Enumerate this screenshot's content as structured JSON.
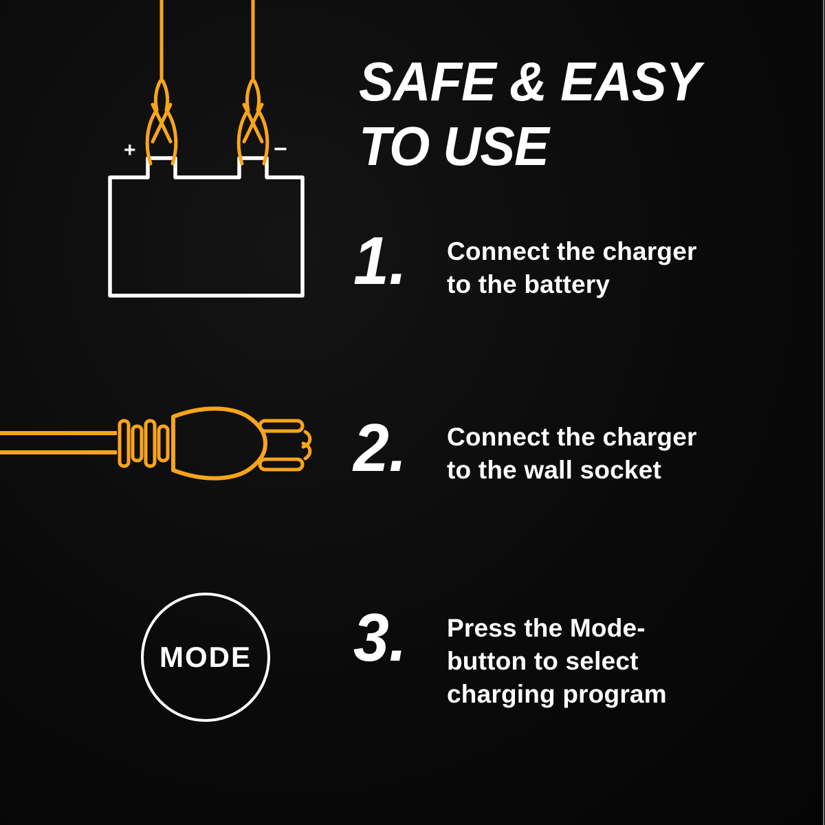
{
  "heading": {
    "line1": "SAFE & EASY",
    "line2": "TO USE"
  },
  "steps": [
    {
      "number": "1.",
      "lines": [
        "Connect the charger",
        "to the battery"
      ]
    },
    {
      "number": "2.",
      "lines": [
        "Connect the charger",
        "to the wall socket"
      ]
    },
    {
      "number": "3.",
      "lines": [
        "Press the Mode-",
        "button to select",
        "charging program"
      ]
    }
  ],
  "battery": {
    "positive": "+",
    "negative": "−"
  },
  "mode_button": {
    "label": "MODE"
  },
  "icons": {
    "battery": "battery-outline-with-clamps",
    "plug": "power-plug-outline",
    "mode": "mode-button-circle"
  },
  "colors": {
    "background": "#0a0a0a",
    "accent_orange": "#f9a51a",
    "text": "#ffffff"
  }
}
